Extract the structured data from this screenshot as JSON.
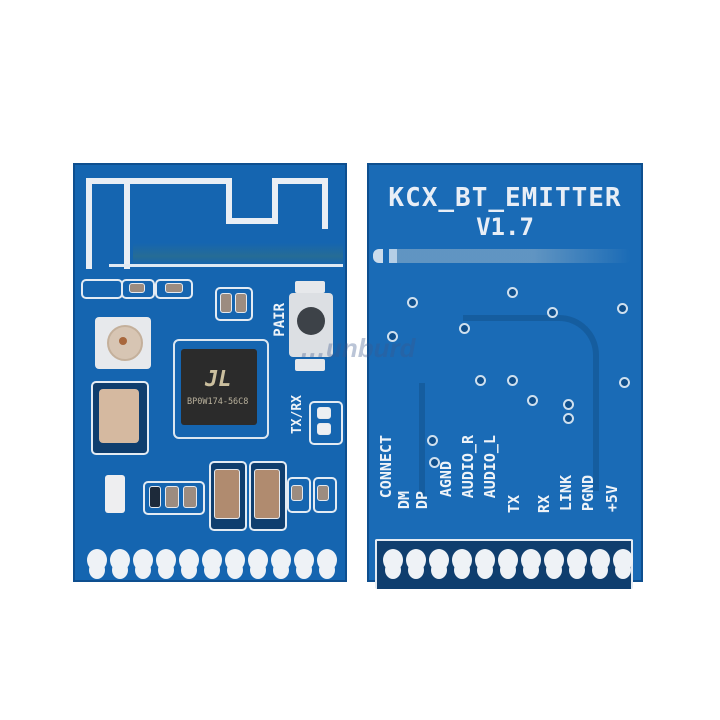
{
  "scene": {
    "description": "Product photo of a Bluetooth audio transmitter module, front and back views",
    "background_color": "#ffffff",
    "pcb_color": "#1565b0",
    "silkscreen_color": "#e8eef6"
  },
  "front_board": {
    "components": {
      "antenna": "meander-pcb-antenna",
      "rf_connector": "ipex-u.fl-connector",
      "crystal": "crystal-oscillator",
      "main_chip": {
        "logo": "JL",
        "part_number": "BP0W174-56C8"
      },
      "pair_button_label": "PAIR",
      "led_label": "TX/RX"
    },
    "pin_count": 11
  },
  "back_board": {
    "title": "KCX_BT_EMITTER",
    "version": "V1.7",
    "pin_labels": [
      "CONNECT",
      "DM",
      "DP",
      "AGND",
      "AUDIO_R",
      "AUDIO_L",
      "TX",
      "RX",
      "LINK",
      "PGND",
      "+5V"
    ],
    "pin_count": 11
  },
  "watermark": "…unburd"
}
